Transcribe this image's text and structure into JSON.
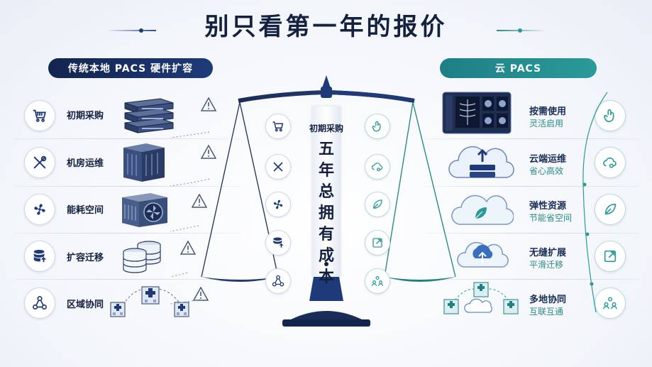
{
  "title": "别只看第一年的报价",
  "left_header": "传统本地 PACS 硬件扩容",
  "right_header": "云 PACS",
  "center_top_label": "初期采购",
  "center_vertical": [
    "五",
    "年",
    "总",
    "拥",
    "有",
    "成",
    "本"
  ],
  "left_rows": [
    {
      "label": "初期采购",
      "icon": "cart-icon"
    },
    {
      "label": "机房运维",
      "icon": "tools-icon"
    },
    {
      "label": "能耗空间",
      "icon": "fan-icon"
    },
    {
      "label": "扩容迁移",
      "icon": "database-upload-icon"
    },
    {
      "label": "区域协同",
      "icon": "network-icon"
    }
  ],
  "right_rows": [
    {
      "label": "按需使用",
      "sub": "灵活启用",
      "icon": "tap-icon"
    },
    {
      "label": "云端运维",
      "sub": "省心高效",
      "icon": "cloud-gear-icon"
    },
    {
      "label": "弹性资源",
      "sub": "节能省空间",
      "icon": "leaf-icon"
    },
    {
      "label": "无缝扩展",
      "sub": "平滑迁移",
      "icon": "expand-icon"
    },
    {
      "label": "多地协同",
      "sub": "互联互通",
      "icon": "people-network-icon"
    }
  ],
  "colors": {
    "navy": "#13254f",
    "teal": "#2a9a98",
    "warn": "#4a5a7a"
  }
}
